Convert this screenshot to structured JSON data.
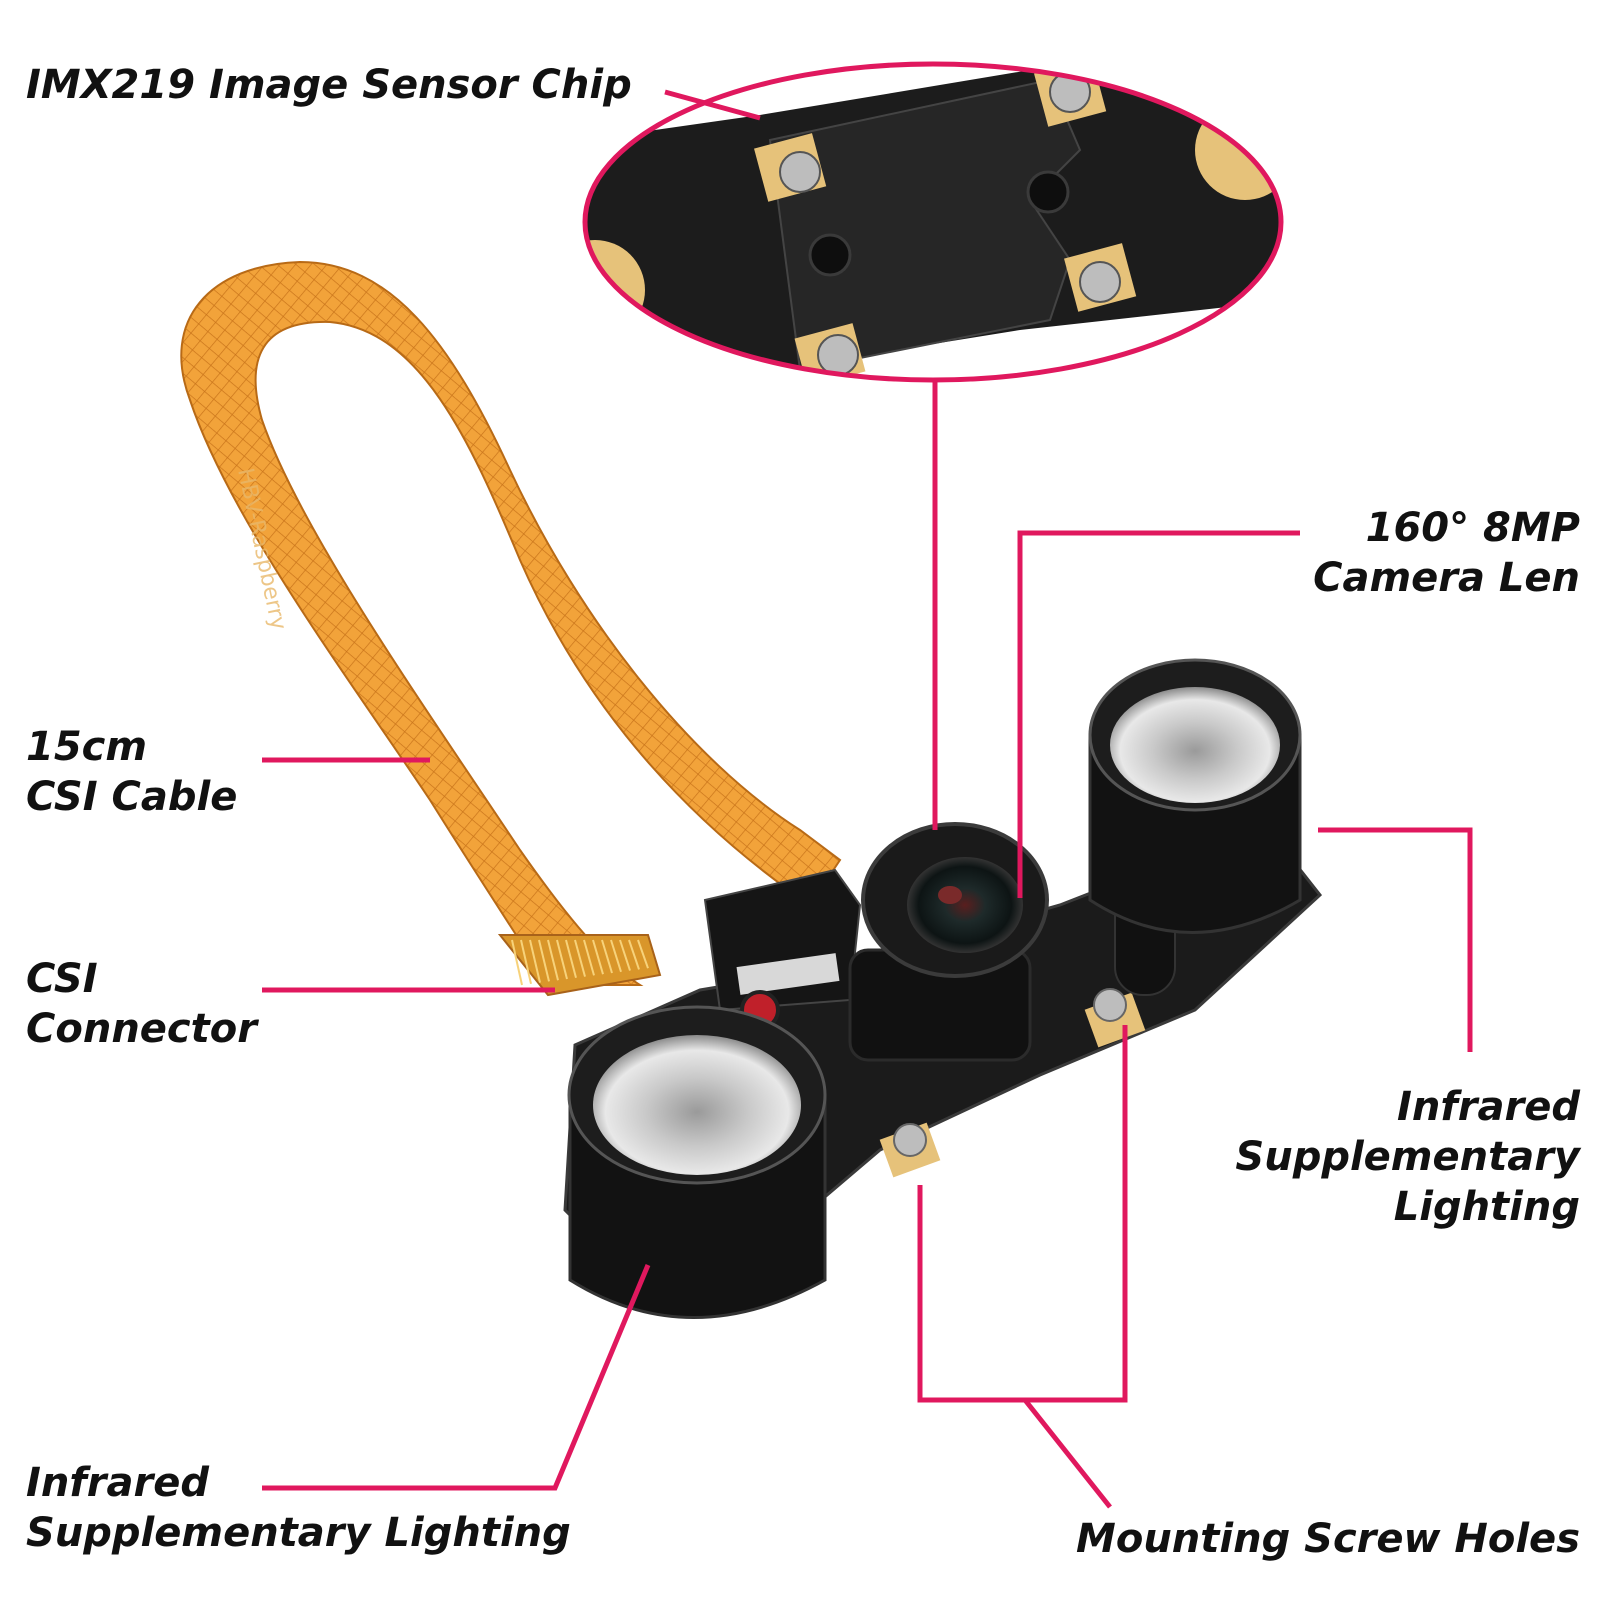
{
  "colors": {
    "callout": "#e0185e",
    "text": "#111111",
    "cable": "#f2a33a",
    "cable_dark": "#c9741a",
    "board": "#1b1b1b",
    "metal": "#c8c8c8",
    "gold": "#e6c27a"
  },
  "labels": {
    "sensor_chip": "IMX219 Image Sensor Chip",
    "camera_lens": [
      "160° 8MP",
      "Camera Len"
    ],
    "csi_cable": [
      "15cm",
      "CSI Cable"
    ],
    "csi_connector": [
      "CSI",
      "Connector"
    ],
    "ir_right": [
      "Infrared",
      "Supplementary",
      "Lighting"
    ],
    "ir_left": [
      "Infrared",
      "Supplementary Lighting"
    ],
    "mounting": "Mounting Screw Holes"
  },
  "cable_print": "HBV-Raspberry"
}
